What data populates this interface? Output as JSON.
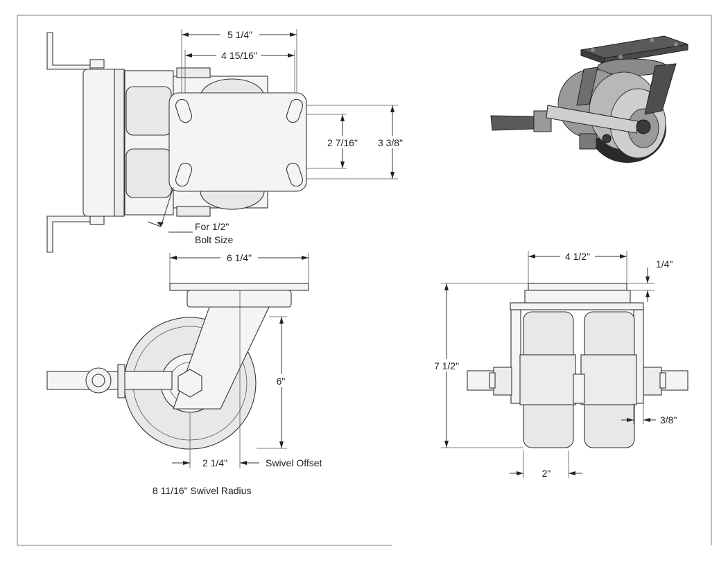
{
  "dimensions": {
    "top_width_outer": "5 1/4\"",
    "top_width_inner": "4 15/16\"",
    "bolt_spacing_small": "2 7/16\"",
    "plate_height": "3 3/8\"",
    "bolt_note_line1": "For 1/2\"",
    "bolt_note_line2": "Bolt Size",
    "side_plate_width": "6 1/4\"",
    "side_height": "6\"",
    "swivel_offset_value": "2 1/4\"",
    "swivel_offset_label": "Swivel Offset",
    "swivel_radius": "8 11/16\" Swivel Radius",
    "front_plate_width": "4 1/2\"",
    "plate_thickness": "1/4\"",
    "overall_height": "7 1/2\"",
    "axle_note": "3/8\"",
    "wheel_width": "2\""
  },
  "colors": {
    "line": "#333333",
    "fill_light": "#f4f4f4",
    "render_dark": "#4a4a4a",
    "render_mid": "#8a8a8a",
    "render_light": "#c8c8c8"
  }
}
